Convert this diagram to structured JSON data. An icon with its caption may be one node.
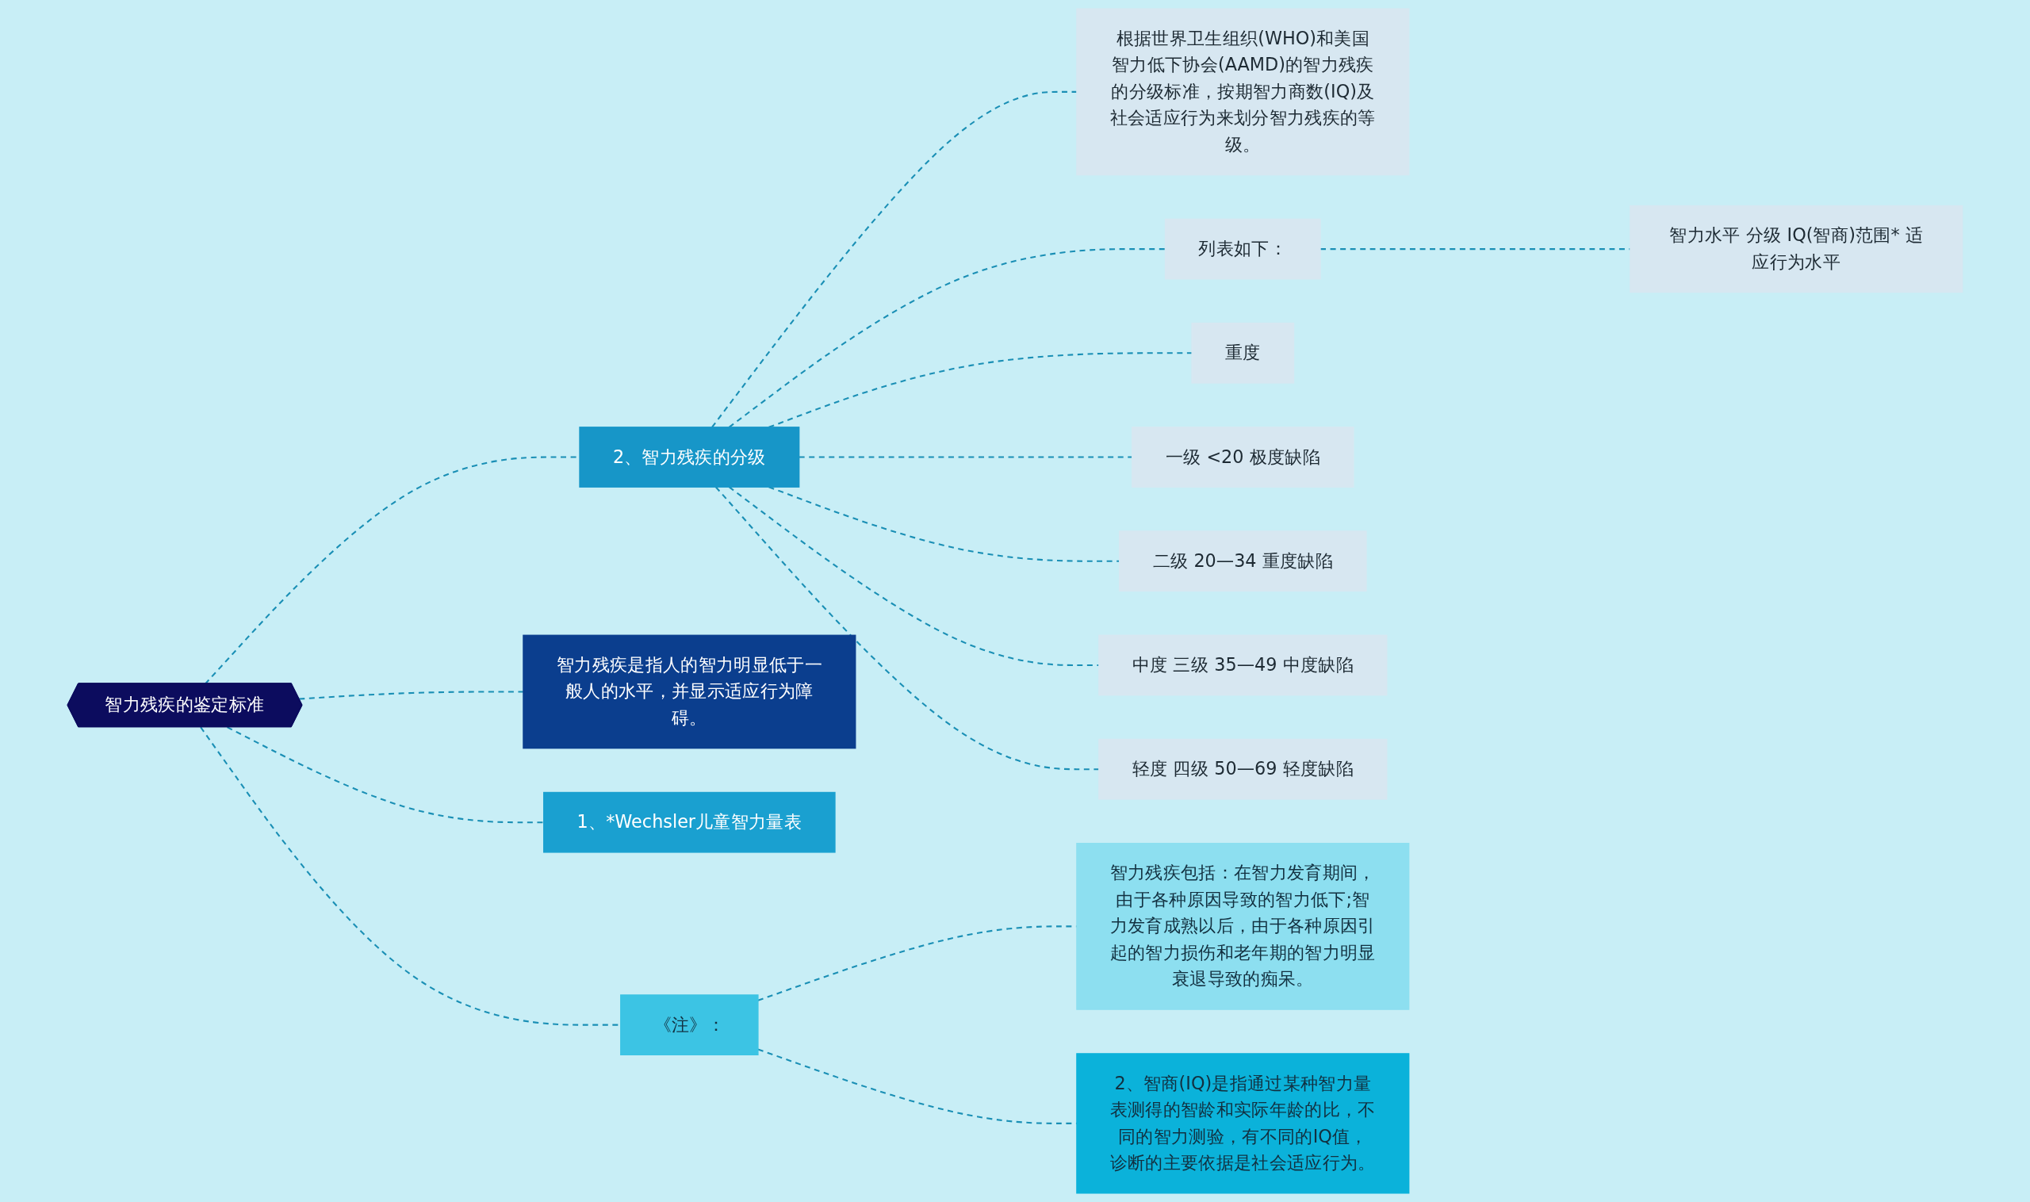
{
  "diagram": {
    "nodes": [
      {
        "text": [
          "智力残疾的鉴定标准"
        ]
      },
      {
        "text": [
          "智力残疾是指人的智力明显低于一般人的水平，并显示适应行为障碍。"
        ]
      },
      {
        "text": [
          "2、智力残疾的分级"
        ]
      },
      {
        "text": [
          "根据世界卫生组织(WHO)和美国智力低下协会(AAMD)的智力残疾的分级标准，按期智力商数(IQ)及社会适应行为来划分智力残疾的等级。"
        ]
      },
      {
        "text": [
          "列表如下："
        ]
      },
      {
        "text": [
          "智力水平 分级 IQ(智商)范围* 适应行为水平"
        ]
      },
      {
        "text": [
          "重度"
        ]
      },
      {
        "text": [
          "一级 <20 极度缺陷"
        ]
      },
      {
        "text": [
          "二级 20—34 重度缺陷"
        ]
      },
      {
        "text": [
          "中度 三级 35—49 中度缺陷"
        ]
      },
      {
        "text": [
          "轻度 四级 50—69 轻度缺陷"
        ]
      },
      {
        "text": [
          "1、*Wechsler儿童智力量表"
        ]
      },
      {
        "text": [
          "《注》："
        ]
      },
      {
        "text": [
          "智力残疾包括：在智力发育期间，由于各种原因导致的智力低下;智力发育成熟以后，由于各种原因引起的智力损伤和老年期的智力明显衰退导致的痴呆。"
        ]
      },
      {
        "text": [
          "2、智商(IQ)是指通过某种智力量表测得的智龄和实际年龄的比，不同的智力测验，有不同的IQ值，诊断的主要依据是社会适应行为。"
        ]
      }
    ],
    "edges": [
      {
        "from": 0,
        "to": 1,
        "arrow": "none",
        "style": "dashed"
      },
      {
        "from": 0,
        "to": 2,
        "arrow": "none",
        "style": "dashed"
      },
      {
        "from": 2,
        "to": 3,
        "arrow": "none",
        "style": "dashed"
      },
      {
        "from": 2,
        "to": 4,
        "arrow": "none",
        "style": "dashed"
      },
      {
        "from": 4,
        "to": 5,
        "arrow": "none",
        "style": "dashed"
      },
      {
        "from": 2,
        "to": 6,
        "arrow": "none",
        "style": "dashed"
      },
      {
        "from": 2,
        "to": 7,
        "arrow": "none",
        "style": "dashed"
      },
      {
        "from": 2,
        "to": 8,
        "arrow": "none",
        "style": "dashed"
      },
      {
        "from": 2,
        "to": 9,
        "arrow": "none",
        "style": "dashed"
      },
      {
        "from": 2,
        "to": 10,
        "arrow": "none",
        "style": "dashed"
      },
      {
        "from": 0,
        "to": 11,
        "arrow": "none",
        "style": "dashed"
      },
      {
        "from": 0,
        "to": 12,
        "arrow": "none",
        "style": "dashed"
      },
      {
        "from": 12,
        "to": 13,
        "arrow": "none",
        "style": "dashed"
      },
      {
        "from": 12,
        "to": 14,
        "arrow": "none",
        "style": "dashed"
      }
    ]
  }
}
